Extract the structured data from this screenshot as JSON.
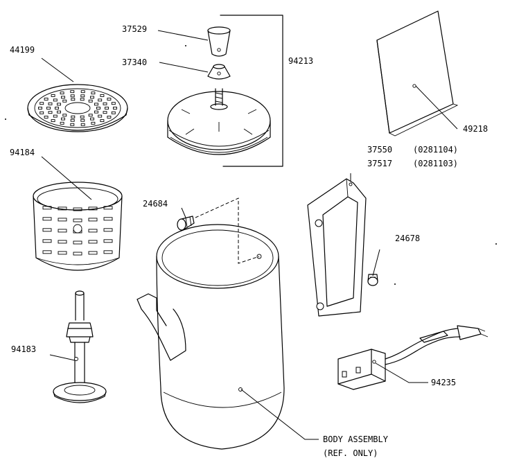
{
  "labels": {
    "p44199": "44199",
    "p37529": "37529",
    "p37340": "37340",
    "p94213": "94213",
    "p94184": "94184",
    "p24684": "24684",
    "p37550": "37550",
    "p37517": "37517",
    "p0281104": "(0281104)",
    "p0281103": "(0281103)",
    "p49218": "49218",
    "p24678": "24678",
    "p94183": "94183",
    "p94235": "94235",
    "body1": "BODY ASSEMBLY",
    "body2": "(REF. ONLY)"
  }
}
